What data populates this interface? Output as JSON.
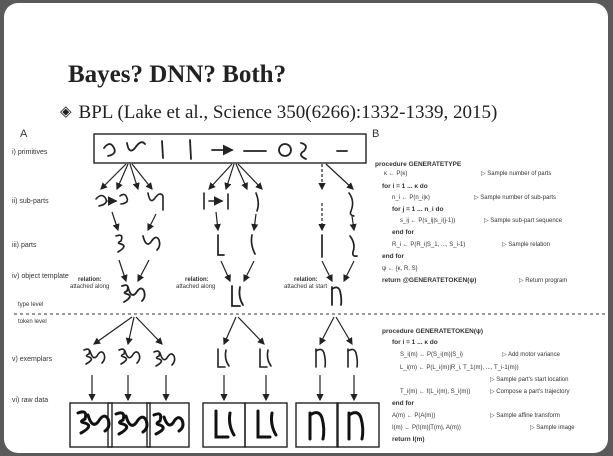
{
  "slide": {
    "title": "Bayes? DNN? Both?",
    "bullet": "BPL (Lake et al., Science 350(6266):1332-1339, 2015)"
  },
  "figure": {
    "panel_a": "A",
    "panel_b": "B",
    "row_labels": [
      "i) primitives",
      "ii) sub-parts",
      "iii) parts",
      "iv) object template",
      "v) exemplars",
      "vi) raw data"
    ],
    "type_level": "type level",
    "token_level": "token level",
    "relations": [
      {
        "name": "relation:",
        "value": "attached along"
      },
      {
        "name": "relation:",
        "value": "attached along"
      },
      {
        "name": "relation:",
        "value": "attached at start"
      }
    ],
    "algo_type": [
      {
        "code": "procedure GENERATETYPE",
        "comment": ""
      },
      {
        "code": "κ ← P(κ)",
        "comment": "▷ Sample number of parts"
      },
      {
        "code": "for i = 1 ... κ do",
        "comment": ""
      },
      {
        "code": "n_i ← P(n_i|κ)",
        "comment": "▷ Sample number of sub-parts"
      },
      {
        "code": "for j = 1 ... n_i do",
        "comment": ""
      },
      {
        "code": "s_ij ← P(s_ij|s_i(j-1))",
        "comment": "▷ Sample sub-part sequence"
      },
      {
        "code": "end for",
        "comment": ""
      },
      {
        "code": "R_i ← P(R_i|S_1, ..., S_i-1)",
        "comment": "▷ Sample relation"
      },
      {
        "code": "end for",
        "comment": ""
      },
      {
        "code": "ψ ← {κ, R, S}",
        "comment": ""
      },
      {
        "code": "return @GENERATETOKEN(ψ)",
        "comment": "▷ Return program"
      }
    ],
    "algo_token": [
      {
        "code": "procedure GENERATETOKEN(ψ)",
        "comment": ""
      },
      {
        "code": "for i = 1 ... κ do",
        "comment": ""
      },
      {
        "code": "S_i(m) ← P(S_i(m)|S_i)",
        "comment": "▷ Add motor variance"
      },
      {
        "code": "L_i(m) ← P(L_i(m)|R_i, T_1(m), ..., T_i-1(m))",
        "comment": ""
      },
      {
        "code": "",
        "comment": "▷ Sample part's start location"
      },
      {
        "code": "T_i(m) ← f(L_i(m), S_i(m))",
        "comment": "▷ Compose a part's trajectory"
      },
      {
        "code": "end for",
        "comment": ""
      },
      {
        "code": "A(m) ← P(A(m))",
        "comment": "▷ Sample affine transform"
      },
      {
        "code": "I(m) ← P(I(m)|T(m), A(m))",
        "comment": "▷ Sample image"
      },
      {
        "code": "return I(m)",
        "comment": ""
      }
    ]
  }
}
